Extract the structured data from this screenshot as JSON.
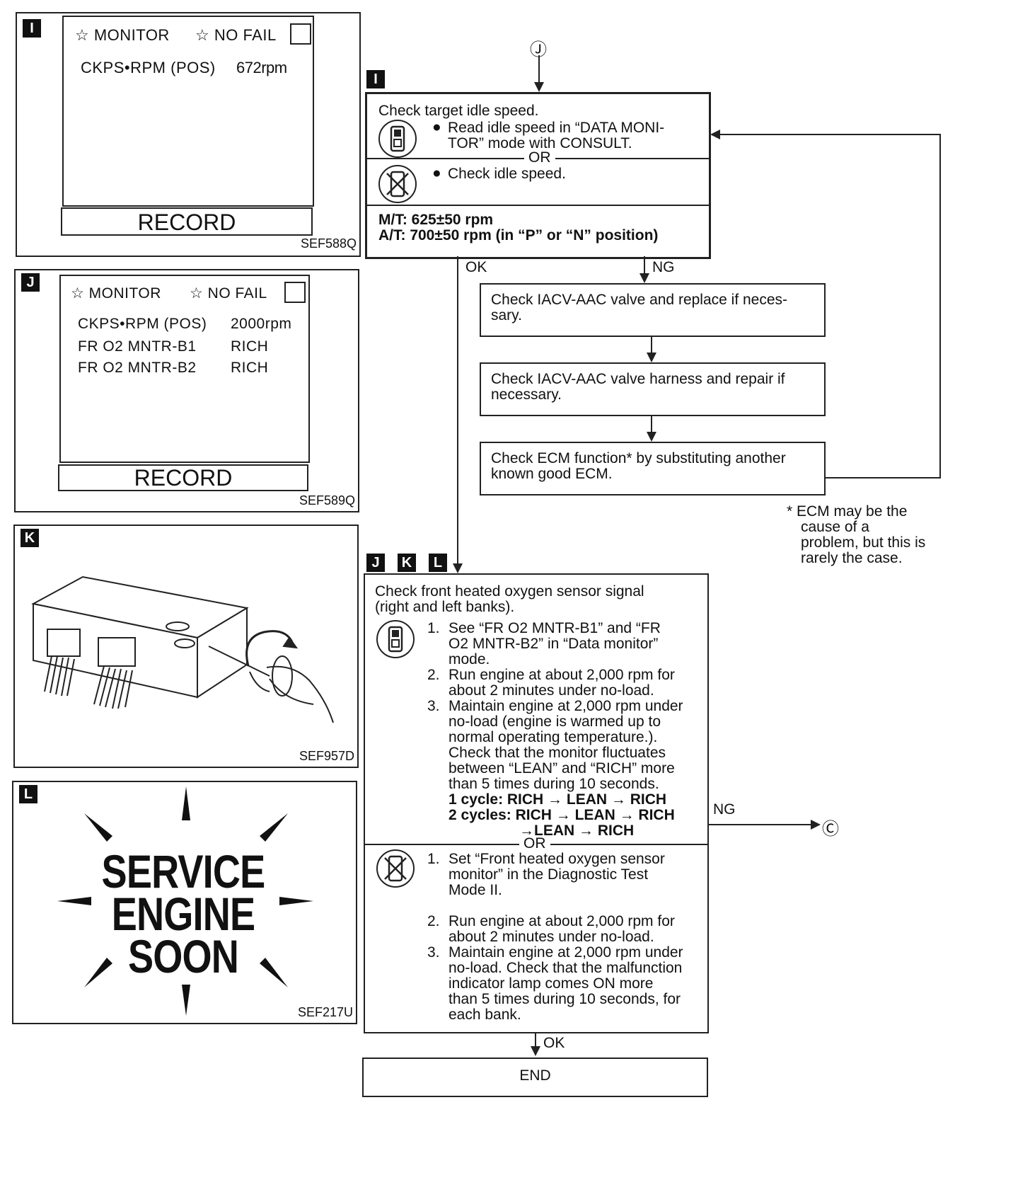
{
  "panel_i": {
    "tag": "I",
    "monitor": "☆ MONITOR",
    "nofail": "☆ NO  FAIL",
    "row_label": "CKPS•RPM (POS)",
    "row_value": "672rpm",
    "record": "RECORD",
    "code": "SEF588Q"
  },
  "panel_j": {
    "tag": "J",
    "monitor": "☆ MONITOR",
    "nofail": "☆ NO  FAIL",
    "rows": [
      {
        "label": "CKPS•RPM (POS)",
        "value": "2000rpm"
      },
      {
        "label": "FR O2 MNTR-B1",
        "value": "RICH"
      },
      {
        "label": "FR O2 MNTR-B2",
        "value": "RICH"
      }
    ],
    "record": "RECORD",
    "code": "SEF589Q"
  },
  "panel_k": {
    "tag": "K",
    "code": "SEF957D"
  },
  "panel_l": {
    "tag": "L",
    "lamp_lines": [
      "SERVICE",
      "ENGINE",
      "SOON"
    ],
    "code": "SEF217U"
  },
  "flow": {
    "connector_top": "Ⓙ",
    "step_i": {
      "tag": "I",
      "title": "Check target idle speed.",
      "consult_text": "Read idle speed in “DATA MONI-",
      "consult_text2": "TOR” mode with CONSULT.",
      "or": "OR",
      "no_consult_text": "Check idle speed.",
      "spec_mt": "M/T: 625±50 rpm",
      "spec_at": "A/T: 700±50 rpm (in “P” or “N” position)"
    },
    "ok": "OK",
    "ng": "NG",
    "ng_box1": [
      "Check IACV-AAC valve and replace if neces-",
      "sary."
    ],
    "ng_box2": [
      "Check IACV-AAC valve harness and repair if",
      "necessary."
    ],
    "ng_box3": [
      "Check ECM function* by substituting another",
      "known good ECM."
    ],
    "footnote": [
      "*  ECM may be the",
      "cause of a",
      "problem, but this is",
      "rarely the case."
    ],
    "step_jkl": {
      "tags": [
        "J",
        "K",
        "L"
      ],
      "title1": "Check front heated oxygen sensor signal",
      "title2": "(right and left banks).",
      "consult_steps": [
        {
          "n": "1.",
          "lines": [
            "See “FR O2 MNTR-B1” and “FR",
            "O2 MNTR-B2” in “Data monitor”",
            "mode."
          ]
        },
        {
          "n": "2.",
          "lines": [
            "Run engine at about 2,000 rpm for",
            "about 2 minutes under no-load."
          ]
        },
        {
          "n": "3.",
          "lines": [
            "Maintain engine at 2,000 rpm under",
            "no-load (engine is warmed up to",
            "normal operating temperature.).",
            "Check that the monitor fluctuates",
            "between “LEAN” and “RICH” more",
            "than 5 times during 10 seconds."
          ]
        }
      ],
      "cycle1": "1 cycle: RICH → LEAN → RICH",
      "cycle2a": "2 cycles: RICH → LEAN → RICH",
      "cycle2b": "→LEAN → RICH",
      "or": "OR",
      "no_consult_steps": [
        {
          "n": "1.",
          "lines": [
            "Set “Front heated oxygen sensor",
            "monitor” in the Diagnostic Test",
            "Mode II."
          ]
        },
        {
          "n": "2.",
          "lines": [
            "Run engine at about 2,000 rpm for",
            "about 2 minutes under no-load."
          ]
        },
        {
          "n": "3.",
          "lines": [
            "Maintain engine at 2,000 rpm under",
            "no-load. Check that the malfunction",
            "indicator lamp comes ON more",
            "than 5 times during 10 seconds, for",
            "each bank."
          ]
        }
      ]
    },
    "ng2": "NG",
    "connector_c": "Ⓒ",
    "ok2": "OK",
    "end": "END"
  }
}
